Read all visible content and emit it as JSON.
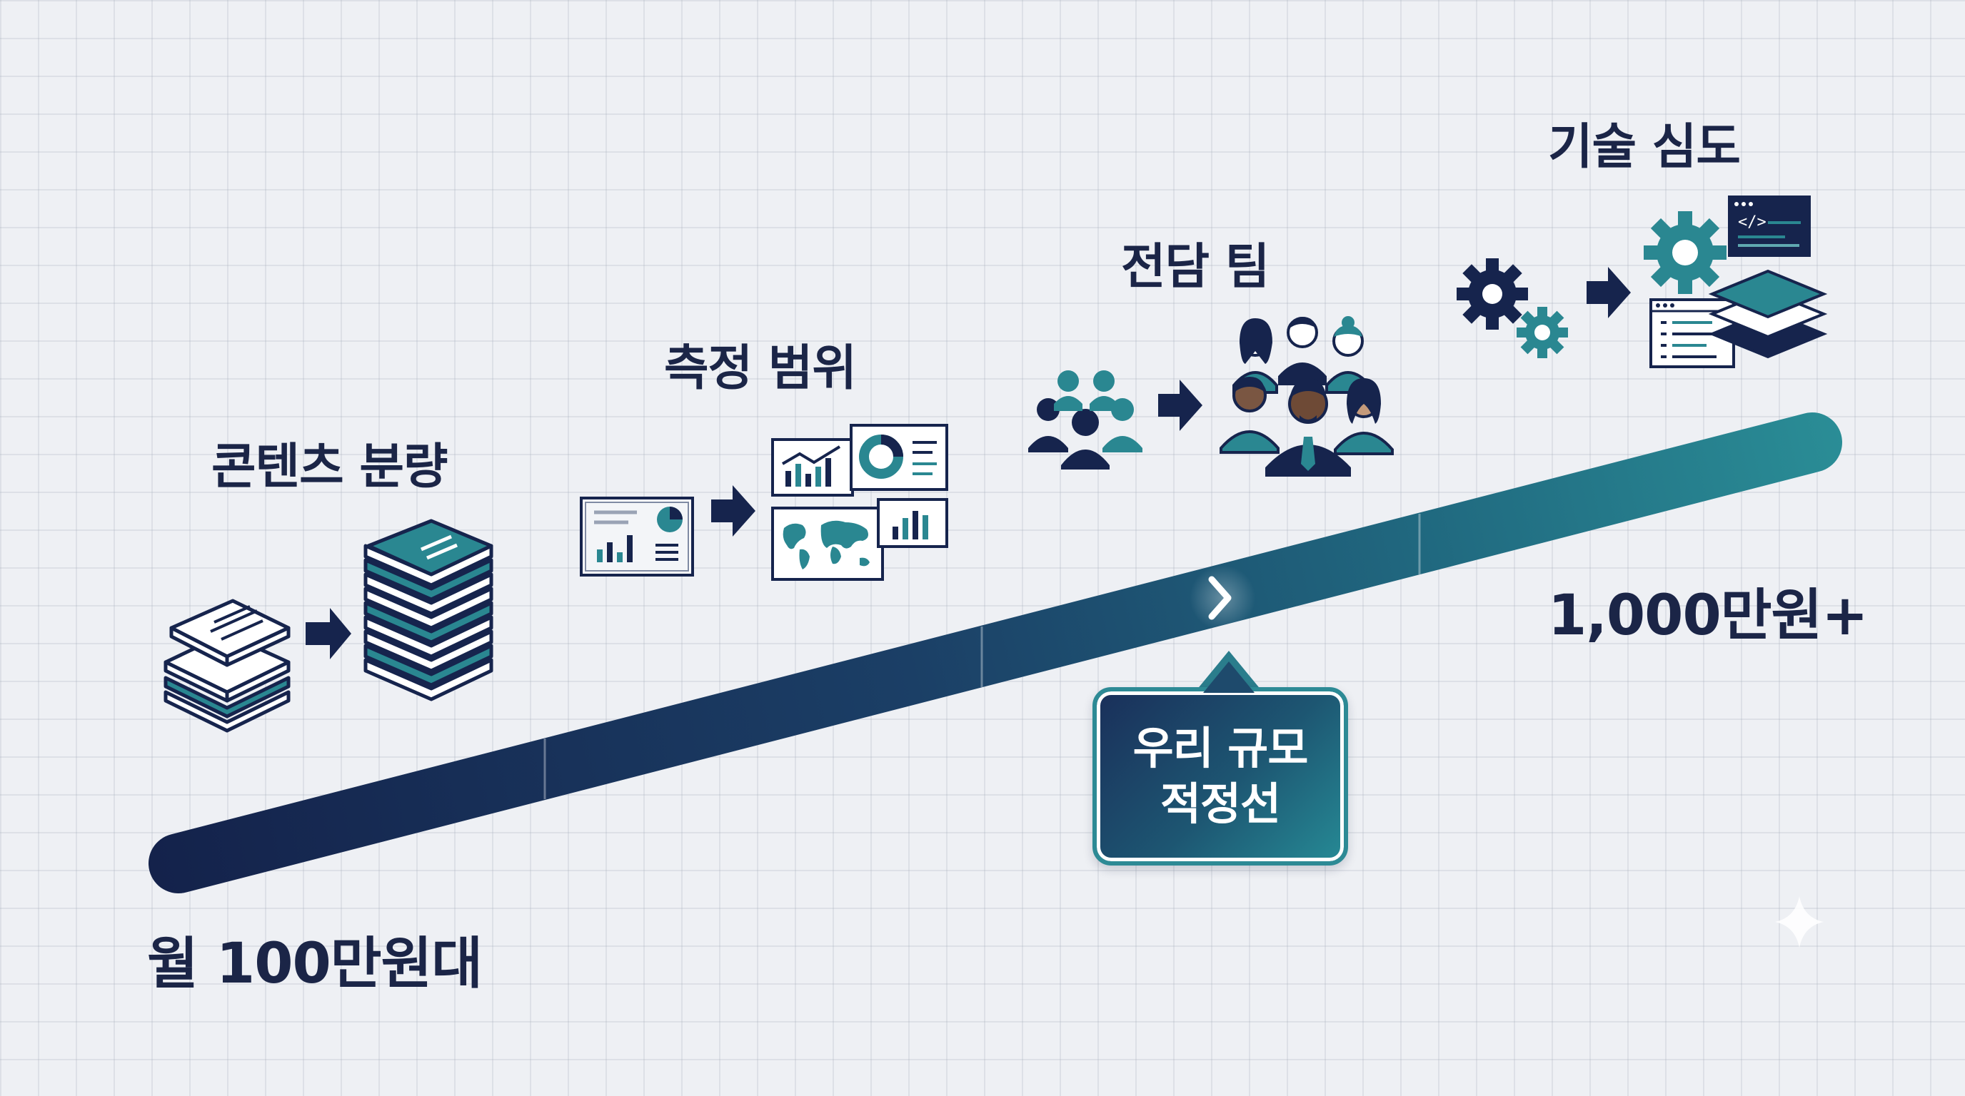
{
  "labels": {
    "content": "콘텐츠 분량",
    "measure": "측정 범위",
    "team": "전담 팀",
    "tech": "기술 심도",
    "low_end": "월 100만원대",
    "high_end": "1,000만원+"
  },
  "callout": {
    "line1": "우리 규모",
    "line2": "적정선"
  },
  "colors": {
    "navy": "#16244d",
    "teal": "#2a8791",
    "background": "#eef0f4"
  },
  "icons": [
    "small-book-stack-icon",
    "large-book-stack-icon",
    "single-dashboard-icon",
    "multi-dashboard-icon",
    "small-team-icon",
    "large-team-icon",
    "small-gears-icon",
    "tech-stack-icon",
    "arrow-right-icon",
    "chevron-right-icon",
    "sparkle-icon"
  ]
}
